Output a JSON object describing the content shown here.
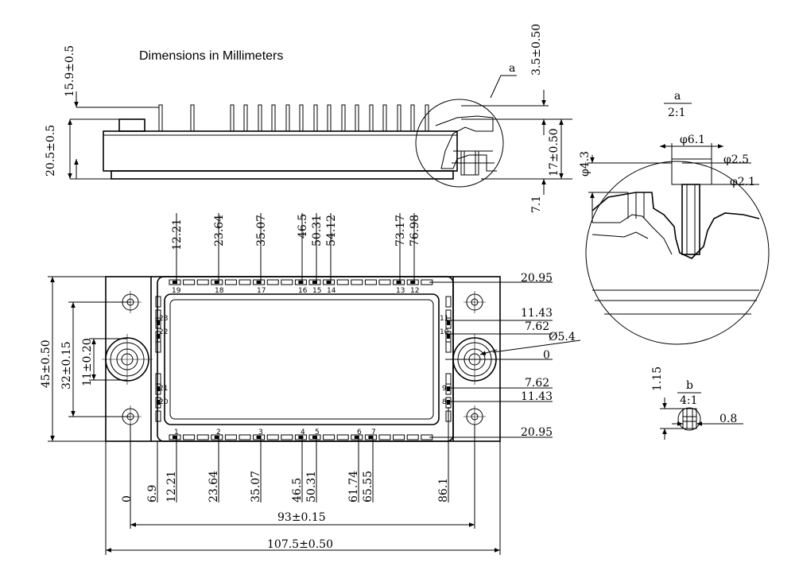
{
  "title": "Dimensions in Millimeters",
  "side_view": {
    "dims": [
      "15.9±0.5",
      "20.5±0.5",
      "3.5±0.50",
      "17±0.50",
      "7.1"
    ],
    "detail_callout": "a"
  },
  "detail_a": {
    "label": "a",
    "scale": "2:1",
    "dims": [
      "φ6.1",
      "φ2.5",
      "φ2.1",
      "φ4.3"
    ]
  },
  "detail_b": {
    "label": "b",
    "scale": "4:1",
    "dims": [
      "1.15",
      "0.8"
    ]
  },
  "top_view": {
    "top_pin_dims": [
      "12.21",
      "23.64",
      "35.07",
      "46.5",
      "50.31",
      "54.12",
      "73.17",
      "76.98"
    ],
    "top_pin_numbers": [
      "19",
      "18",
      "17",
      "16",
      "15",
      "14",
      "13",
      "12"
    ],
    "bottom_pin_dims": [
      "6.9",
      "12.21",
      "23.64",
      "35.07",
      "46.5",
      "50.31",
      "61.74",
      "65.55",
      "86.1"
    ],
    "bottom_pin_numbers": [
      "1",
      "2",
      "3",
      "4",
      "5",
      "6",
      "7"
    ],
    "left_pin_numbers": [
      "23",
      "22",
      "21",
      "20"
    ],
    "right_pin_numbers": [
      "11",
      "10",
      "9",
      "8"
    ],
    "right_dims": [
      "20.95",
      "11.43",
      "7.62",
      "Ø5.4",
      "0",
      "7.62",
      "11.43",
      "20.95"
    ],
    "left_dims": [
      "45±0.50",
      "32±0.15",
      "11±0.20"
    ],
    "bottom_dims": [
      "0",
      "93±0.15",
      "107.5±0.50"
    ]
  }
}
